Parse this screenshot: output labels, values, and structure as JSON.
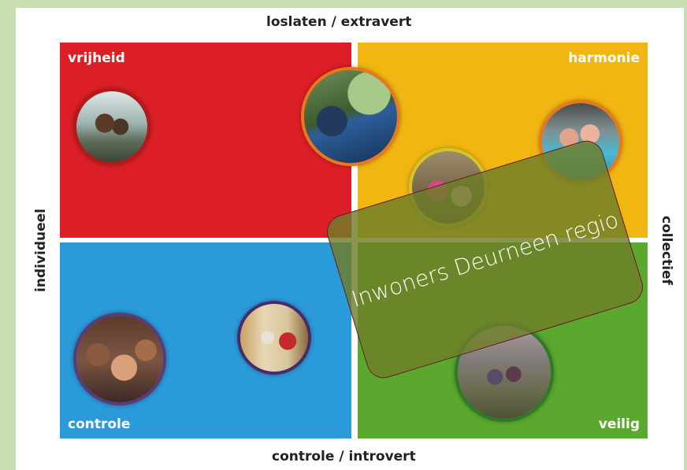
{
  "axes": {
    "top": "loslaten / extravert",
    "bottom": "controle / introvert",
    "left": "individueel",
    "right": "collectief"
  },
  "quadrants": {
    "top_left": {
      "label": "vrijheid",
      "color": "#dc1f26"
    },
    "top_right": {
      "label": "harmonie",
      "color": "#f2b613"
    },
    "bottom_left": {
      "label": "controle",
      "color": "#2a9ad8"
    },
    "bottom_right": {
      "label": "veilig",
      "color": "#5aa92e"
    }
  },
  "overlay": {
    "line1": "Inwoners Deurne",
    "line2": "en regio",
    "fill_color": "#6e7e28",
    "border_color": "#6b1a2a"
  }
}
